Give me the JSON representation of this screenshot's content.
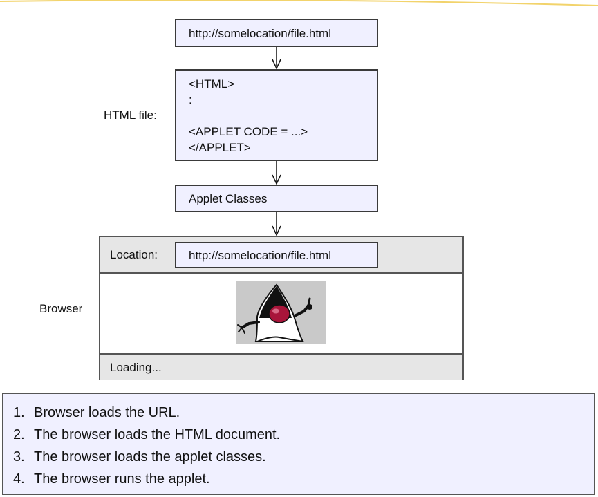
{
  "diagram": {
    "url_top": "http://somelocation/file.html",
    "html_file_label": "HTML file:",
    "html_code_lines": [
      "<HTML>",
      ":",
      "",
      "<APPLET CODE = ...>",
      "</APPLET>"
    ],
    "applet_classes": "Applet Classes",
    "browser_label": "Browser",
    "browser": {
      "location_label": "Location:",
      "location_url": "http://somelocation/file.html",
      "status": "Loading...",
      "applet_icon": "java-duke-mascot-icon"
    }
  },
  "steps": [
    {
      "number": "1.",
      "text": "Browser loads the URL."
    },
    {
      "number": "2.",
      "text": "The browser loads the HTML document."
    },
    {
      "number": "3.",
      "text": "The browser loads the applet classes."
    },
    {
      "number": "4.",
      "text": "The browser runs the applet."
    }
  ],
  "colors": {
    "box_fill": "#f0f0ff",
    "browser_bar": "#e6e6e6",
    "accent_line": "#f2d36b",
    "duke_body": "#ffffff",
    "duke_nose": "#a8153a"
  }
}
